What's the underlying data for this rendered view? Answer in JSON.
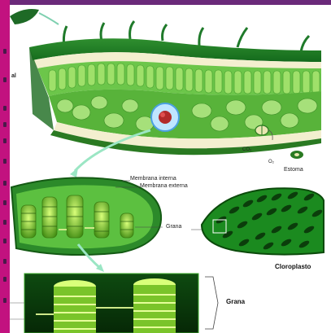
{
  "labels": {
    "membrana_interna": "Membrana interna",
    "membrana_externa": "Membrana externa",
    "grana_small": "Grana",
    "estoma": "Estoma",
    "co2": "CO₂",
    "o2": "O₂",
    "cloroplasto": "Cloroplasto",
    "grana_big": "Grana",
    "left_fragment": "al"
  },
  "colors": {
    "frame": "#6b2a7a",
    "left_strip": "#c2127f",
    "leaf_dark": "#1f7a2a",
    "leaf_light": "#7fcf4a",
    "cell_cream": "#f3efcf",
    "chloroplast_bright": "#3fcc2b",
    "chloroplast_dark": "#0b3d0b"
  },
  "icons": [
    "leaf-cross-section-illustration",
    "chloroplast-illustration",
    "cell-illustration",
    "granum-closeup-illustration",
    "stoma-icon"
  ]
}
